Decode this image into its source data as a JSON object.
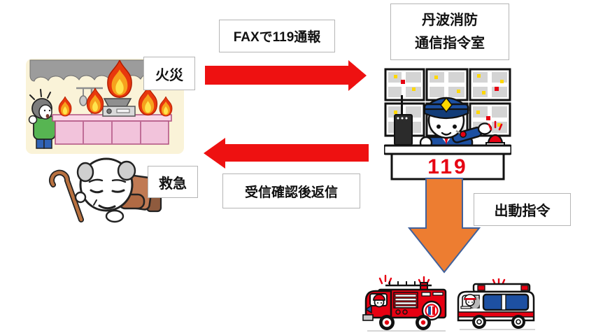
{
  "diagram": {
    "labels": {
      "fax_report": "FAXで119通報",
      "center_line1": "丹波消防",
      "center_line2": "通信指令室",
      "fire": "火災",
      "emergency": "救急",
      "reply_confirmation": "受信確認後返信",
      "dispatch_order": "出動指令"
    },
    "desk_number": "119",
    "colors": {
      "arrow_red": "#ee1111",
      "arrow_orange": "#ed7d31",
      "arrow_orange_border": "#41619b"
    },
    "illustrations": {
      "kitchen_fire": "kitchen-fire-scene",
      "collapsed_elderly": "collapsed-elderly-person",
      "dispatch_center": "dispatch-operator-at-119-desk",
      "fire_truck": "fire-truck",
      "ambulance": "ambulance"
    }
  }
}
